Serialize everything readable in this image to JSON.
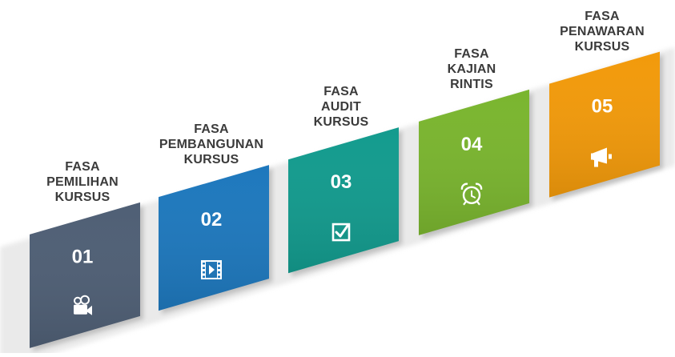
{
  "steps": [
    {
      "number": "01",
      "label_lines": [
        "FASA",
        "PEMILIHAN",
        "KURSUS"
      ],
      "color": "#4f5f75",
      "icon": "video-camera-icon"
    },
    {
      "number": "02",
      "label_lines": [
        "FASA",
        "PEMBANGUNAN",
        "KURSUS"
      ],
      "color": "#1e78bd",
      "icon": "film-play-icon"
    },
    {
      "number": "03",
      "label_lines": [
        "FASA",
        "AUDIT",
        "KURSUS"
      ],
      "color": "#139b8e",
      "icon": "checkbox-checked-icon"
    },
    {
      "number": "04",
      "label_lines": [
        "FASA",
        "KAJIAN",
        "RINTIS"
      ],
      "color": "#7ab52f",
      "icon": "alarm-clock-icon"
    },
    {
      "number": "05",
      "label_lines": [
        "FASA",
        "PENAWARAN",
        "KURSUS"
      ],
      "color": "#f29a0b",
      "icon": "megaphone-icon"
    }
  ]
}
